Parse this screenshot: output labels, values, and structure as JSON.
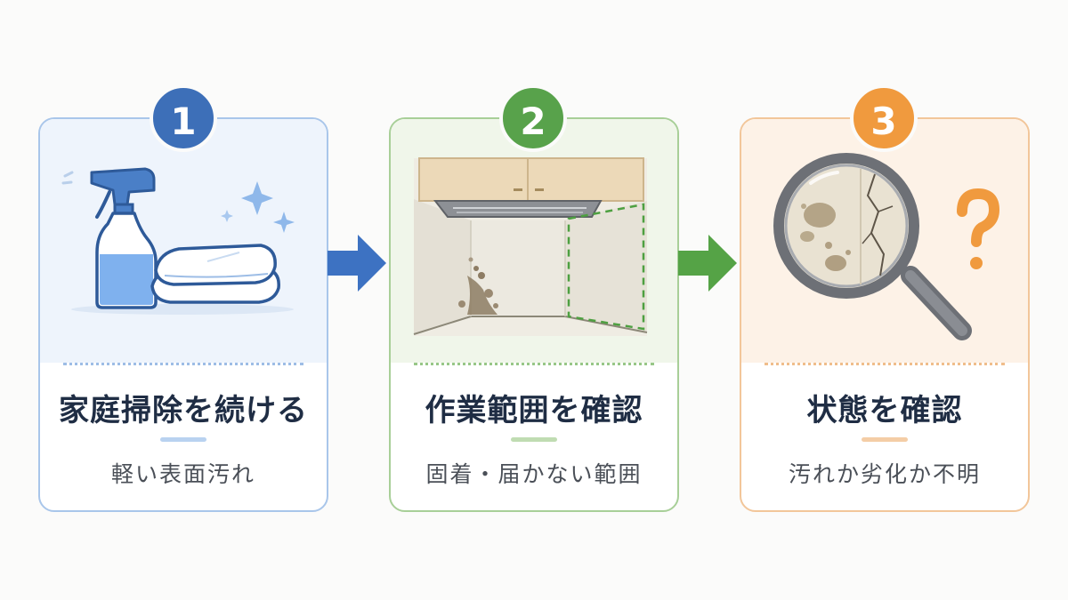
{
  "steps": [
    {
      "number": "1",
      "title": "家庭掃除を続ける",
      "subtitle": "軽い表面汚れ",
      "accent": "#3d6fb8"
    },
    {
      "number": "2",
      "title": "作業範囲を確認",
      "subtitle": "固着・届かない範囲",
      "accent": "#58a24b"
    },
    {
      "number": "3",
      "title": "状態を確認",
      "subtitle": "汚れか劣化か不明",
      "accent": "#f09a3e"
    }
  ],
  "icons": {
    "step1": "spray-bottle-and-towel-icon",
    "step2": "range-hood-wall-stain-icon",
    "step3": "magnifier-crack-question-icon",
    "connector": "right-arrow-icon"
  }
}
